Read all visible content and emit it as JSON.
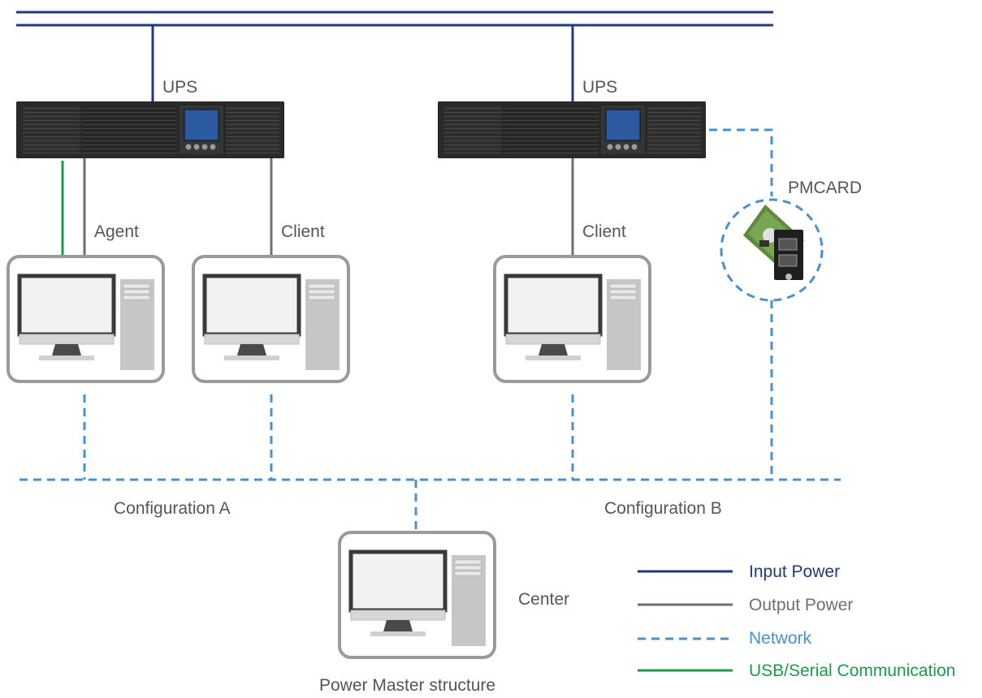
{
  "labels": {
    "ups_a": "UPS",
    "ups_b": "UPS",
    "agent": "Agent",
    "client_a": "Client",
    "client_b": "Client",
    "pmcard": "PMCARD",
    "config_a": "Configuration A",
    "config_b": "Configuration B",
    "center": "Center",
    "caption": "Power Master structure"
  },
  "legend": [
    {
      "label": "Input Power",
      "color": "#1f3a7a",
      "style": "solid"
    },
    {
      "label": "Output Power",
      "color": "#6f6f6f",
      "style": "solid"
    },
    {
      "label": "Network",
      "color": "#4a90d0",
      "style": "dashed"
    },
    {
      "label": "USB/Serial Communication",
      "color": "#1a9a4a",
      "style": "solid"
    }
  ],
  "colors": {
    "input_power": "#1f3a7a",
    "output_power": "#6f6f6f",
    "network": "#4a90d0",
    "usb": "#1a9a4a",
    "label_text": "#555555"
  },
  "icons": {
    "ups": "ups-device-icon",
    "computer": "computer-icon",
    "pmcard": "network-card-icon"
  }
}
